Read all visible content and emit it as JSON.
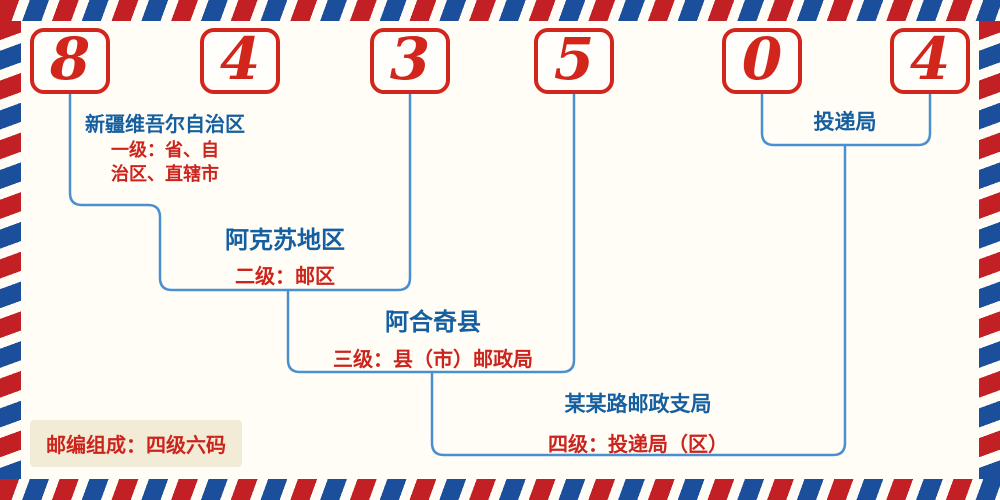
{
  "postal_code_digits": [
    "8",
    "4",
    "3",
    "5",
    "0",
    "4"
  ],
  "levels": [
    {
      "name": "新疆维吾尔自治区",
      "desc_lines": [
        "一级：省、自",
        "治区、直辖市"
      ]
    },
    {
      "name": "阿克苏地区",
      "desc_lines": [
        "二级：邮区"
      ]
    },
    {
      "name": "阿合奇县",
      "desc_lines": [
        "三级：县（市）邮政局"
      ]
    },
    {
      "name": "某某路邮政支局",
      "desc_lines": [
        "四级：投递局（区）"
      ]
    }
  ],
  "delivery_office_label": "投递局",
  "footnote": "邮编组成：四级六码",
  "colors": {
    "digit_red": "#d2251c",
    "label_blue": "#155fa0",
    "label_red": "#cc241d",
    "connector_blue": "#4a8fd0",
    "border_red": "#c32026",
    "border_blue": "#1b4e9b",
    "background": "#fffdf6",
    "note_bg": "#f2ecd6"
  }
}
